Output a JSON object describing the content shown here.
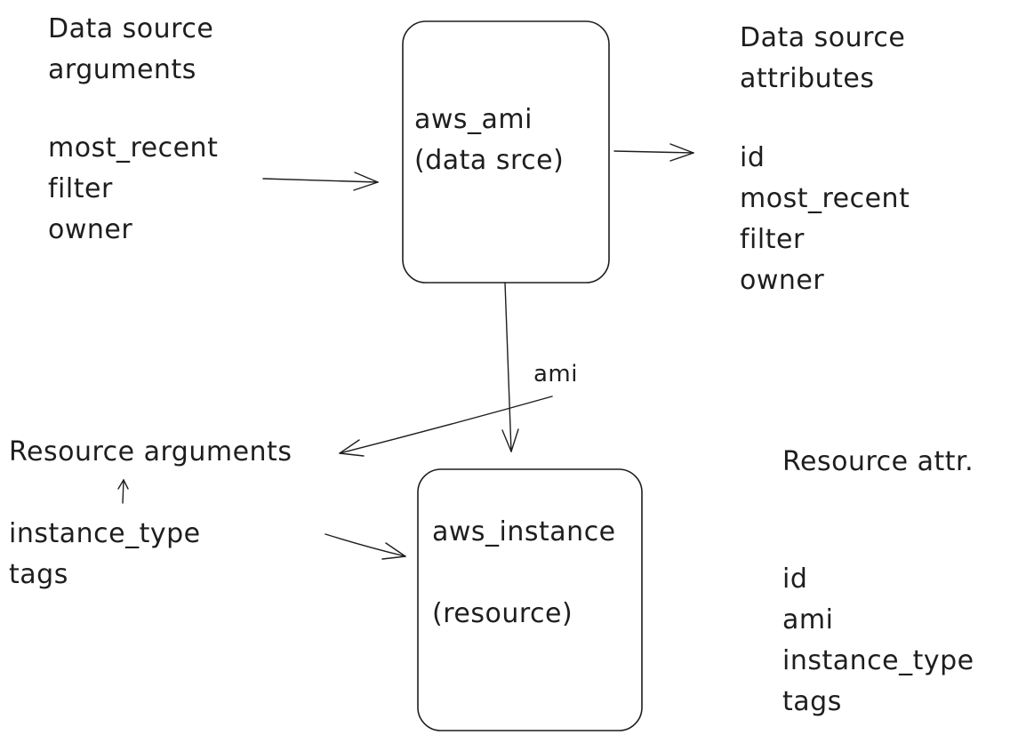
{
  "data_source_arguments": {
    "heading": [
      "Data source",
      "arguments"
    ],
    "items": [
      "most_recent",
      "filter",
      "owner"
    ]
  },
  "data_source_box": {
    "lines": [
      "aws_ami",
      "(data srce)"
    ]
  },
  "data_source_attributes": {
    "heading": [
      "Data source",
      "attributes"
    ],
    "items": [
      "id",
      "most_recent",
      "filter",
      "owner"
    ]
  },
  "ami_edge_label": "ami",
  "resource_arguments": {
    "heading": "Resource arguments",
    "items": [
      "instance_type",
      "tags"
    ]
  },
  "resource_box": {
    "lines": [
      "aws_instance",
      "(resource)"
    ]
  },
  "resource_attributes": {
    "heading": "Resource attr.",
    "items": [
      "id",
      "ami",
      "instance_type",
      "tags"
    ]
  },
  "colors": {
    "stroke": "#1e1e1e",
    "background": "#ffffff"
  }
}
